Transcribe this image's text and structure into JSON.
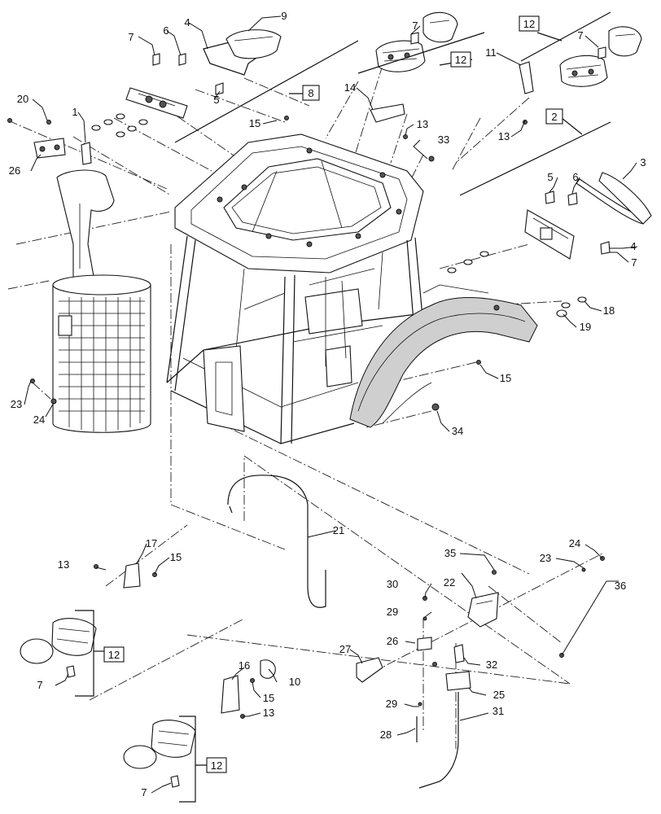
{
  "diagram": {
    "callouts": {
      "c1": "1",
      "c2": "2",
      "c3": "3",
      "c4a": "4",
      "c4b": "4",
      "c5a": "5",
      "c5b": "5",
      "c6a": "6",
      "c6b": "6",
      "c7a": "7",
      "c7b": "7",
      "c7c": "7",
      "c7d": "7",
      "c7e": "7",
      "c7f": "7",
      "c9": "9",
      "c10": "10",
      "c11": "11",
      "c13a": "13",
      "c13b": "13",
      "c13c": "13",
      "c13d": "13",
      "c14": "14",
      "c15a": "15",
      "c15b": "15",
      "c15c": "15",
      "c15d": "15",
      "c16": "16",
      "c17": "17",
      "c18": "18",
      "c19": "19",
      "c20": "20",
      "c21": "21",
      "c22": "22",
      "c23a": "23",
      "c23b": "23",
      "c24a": "24",
      "c24b": "24",
      "c25": "25",
      "c26a": "26",
      "c26b": "26",
      "c27": "27",
      "c28": "28",
      "c29a": "29",
      "c29b": "29",
      "c30": "30",
      "c31": "31",
      "c32": "32",
      "c33": "33",
      "c34": "34",
      "c35": "35",
      "c36": "36"
    },
    "boxed": {
      "b8": "8",
      "b2": "2",
      "b12a": "12",
      "b12b": "12",
      "b12c": "12",
      "b12d": "12"
    }
  }
}
